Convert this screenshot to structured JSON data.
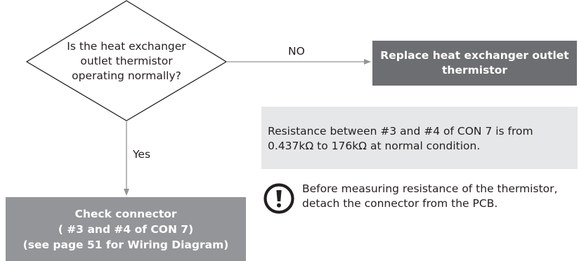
{
  "decision": {
    "lines": [
      "Is the heat exchanger",
      "outlet thermistor",
      "operating normally?"
    ]
  },
  "edges": {
    "no_label": "NO",
    "yes_label": "Yes"
  },
  "replace_box": {
    "lines": [
      "Replace heat exchanger outlet",
      "thermistor"
    ]
  },
  "check_box": {
    "lines": [
      "Check connector",
      "( #3 and #4 of CON 7)",
      "(see page 51 for Wiring Diagram)"
    ]
  },
  "resistance_note": {
    "lines": [
      "Resistance between #3 and #4 of CON 7 is from",
      "0.437kΩ to 176kΩ at normal condition."
    ]
  },
  "warning": {
    "icon": "exclamation-circle-icon",
    "lines": [
      "Before measuring resistance of the thermistor,",
      "detach the connector from the PCB."
    ]
  },
  "colors": {
    "line": "#939598",
    "dark_box": "#6d6e71",
    "check_box": "#939598",
    "note_box": "#e6e7e8",
    "text": "#231f20"
  }
}
